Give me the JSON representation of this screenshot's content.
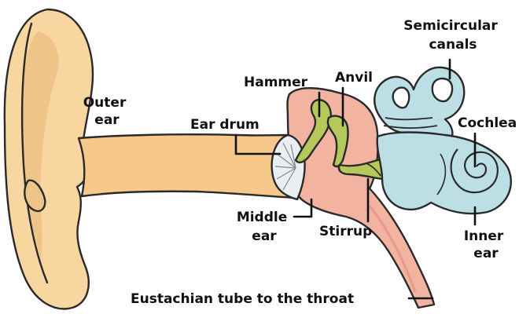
{
  "labels": {
    "outer_ear": [
      "Outer",
      "ear"
    ],
    "ear_drum": "Ear drum",
    "hammer": "Hammer",
    "anvil": "Anvil",
    "semicircular_canals": [
      "Semicircular",
      "canals"
    ],
    "cochlea": "Cochlea",
    "middle_ear": [
      "Middle",
      "ear"
    ],
    "stirrup": "Stirrup",
    "inner_ear": [
      "Inner",
      "ear"
    ],
    "eustachian_tube": "Eustachian tube to the throat"
  },
  "colors": {
    "outer_ear": "#f7d6a0",
    "outer_ear_shadow": "#efc488",
    "canal": "#f6c98a",
    "middle_ear": "#f2b3a0",
    "ossicles": "#b5c95a",
    "inner_ear": "#bcdfe6",
    "ear_drum": "#e8eef2",
    "ink": "#2a2a2a"
  }
}
